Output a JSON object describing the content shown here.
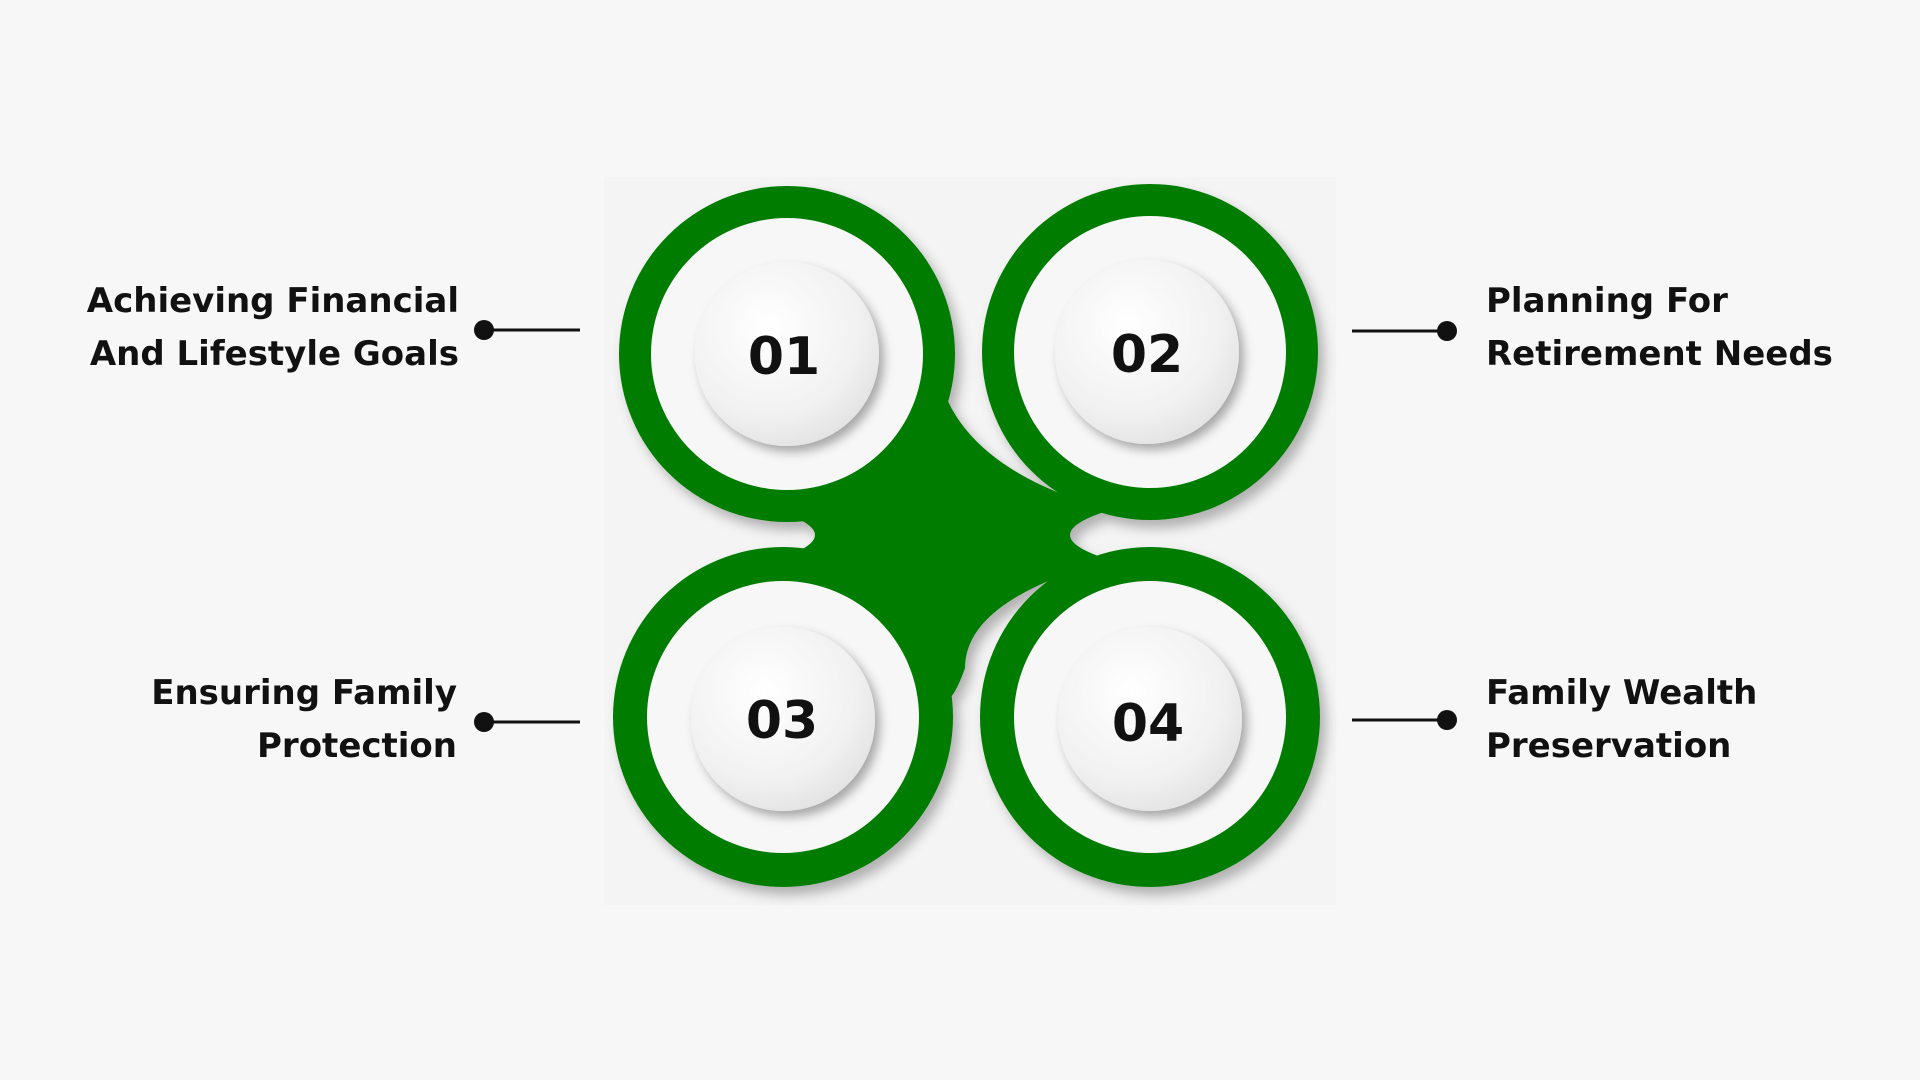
{
  "colors": {
    "accent": "#037b03",
    "background": "#f7f7f7",
    "text": "#111111",
    "disc": "#f2f2f2"
  },
  "steps": [
    {
      "number": "01",
      "lines": [
        "Achieving Financial",
        "And Lifestyle Goals"
      ]
    },
    {
      "number": "02",
      "lines": [
        "Planning For",
        "Retirement Needs"
      ]
    },
    {
      "number": "03",
      "lines": [
        "Ensuring Family",
        "Protection"
      ]
    },
    {
      "number": "04",
      "lines": [
        "Family Wealth",
        "Preservation"
      ]
    }
  ]
}
